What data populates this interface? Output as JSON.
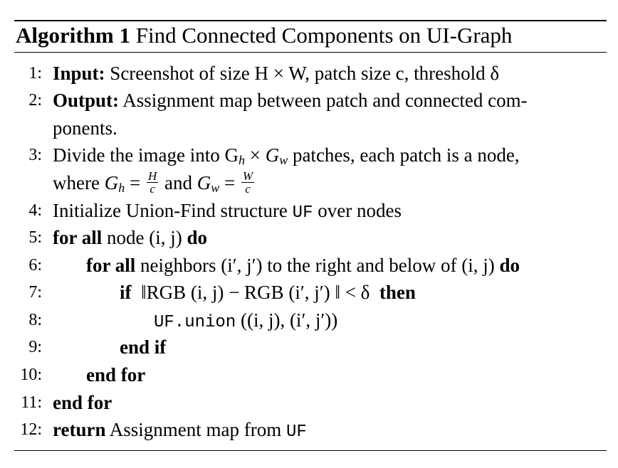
{
  "algorithm": {
    "label": "Algorithm 1",
    "title": "Find Connected Components on UI-Graph"
  },
  "keywords": {
    "input": "Input:",
    "output": "Output:",
    "for_all": "for all",
    "do": "do",
    "if": "if",
    "then": "then",
    "end_if": "end if",
    "end_for": "end for",
    "return": "return"
  },
  "lines": [
    {
      "num": "1:",
      "text": "Screenshot of size H × W, patch size c, threshold δ"
    },
    {
      "num": "2:",
      "text_a": "Assignment map between patch and connected com-",
      "text_b": "ponents."
    },
    {
      "num": "3:",
      "text_a": "Divide the image into G",
      "text_b": "patches, each patch is a node,",
      "text_c": "where"
    },
    {
      "num": "4:",
      "text_a": "Initialize Union-Find structure",
      "code": "UF",
      "text_b": "over nodes"
    },
    {
      "num": "5:",
      "text": "node (i, j)"
    },
    {
      "num": "6:",
      "text": "neighbors (i′, j′) to the right and below of (i, j)"
    },
    {
      "num": "7:",
      "text": "‖RGB (i, j) − RGB (i′, j′) ‖ < δ"
    },
    {
      "num": "8:",
      "code": "UF.union",
      "text": "((i, j), (i′, j′))"
    },
    {
      "num": "9:"
    },
    {
      "num": "10:"
    },
    {
      "num": "11:"
    },
    {
      "num": "12:",
      "text": "Assignment map from",
      "code": "UF"
    }
  ]
}
